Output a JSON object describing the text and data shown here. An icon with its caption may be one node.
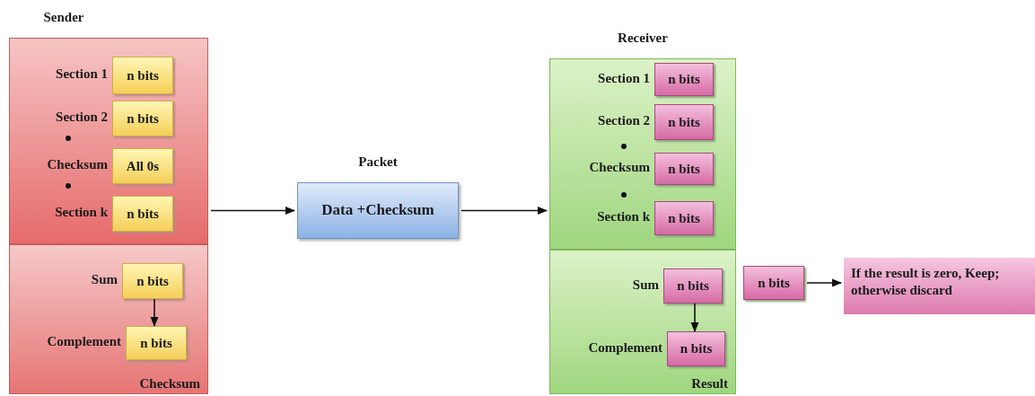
{
  "diagram": {
    "nodes": [
      {
        "text": [
          "Sender"
        ]
      },
      {
        "text": [],
        "shape": "box",
        "in": 0
      },
      {
        "text": [
          "n bits"
        ],
        "in": 1,
        "beside": [
          "Section 1"
        ]
      },
      {
        "text": [
          "n bits"
        ],
        "in": 1,
        "beside": [
          "Section 2"
        ]
      },
      {
        "text": [
          "All 0s"
        ],
        "in": 1,
        "beside": [
          "Checksum"
        ]
      },
      {
        "text": [
          "n bits"
        ],
        "in": 1,
        "beside": [
          "Section k"
        ]
      },
      {
        "text": [
          "Checksum"
        ],
        "in": 0
      },
      {
        "text": [
          "n bits"
        ],
        "in": 6,
        "beside": [
          "Sum"
        ]
      },
      {
        "text": [
          "n bits"
        ],
        "in": 6,
        "beside": [
          "Complement"
        ]
      },
      {
        "text": [
          "Packet",
          "Data +Checksum"
        ]
      },
      {
        "text": [
          "Receiver"
        ]
      },
      {
        "text": [],
        "shape": "box",
        "in": 10
      },
      {
        "text": [
          "n bits"
        ],
        "in": 11,
        "beside": [
          "Section 1"
        ]
      },
      {
        "text": [
          "n bits"
        ],
        "in": 11,
        "beside": [
          "Section 2"
        ]
      },
      {
        "text": [
          "n bits"
        ],
        "in": 11,
        "beside": [
          "Checksum"
        ]
      },
      {
        "text": [
          "n bits"
        ],
        "in": 11,
        "beside": [
          "Section k"
        ]
      },
      {
        "text": [
          "Result"
        ],
        "in": 10
      },
      {
        "text": [
          "n bits"
        ],
        "in": 16,
        "beside": [
          "Sum"
        ]
      },
      {
        "text": [
          "n bits"
        ],
        "in": 16,
        "beside": [
          "Complement"
        ]
      },
      {
        "text": [
          "n bits"
        ]
      },
      {
        "text": [
          "If the result is zero, Keep; otherwise discard"
        ]
      }
    ],
    "edges": [
      {
        "from": 0,
        "to": 9,
        "arrow": "to"
      },
      {
        "from": 9,
        "to": 10,
        "arrow": "to"
      },
      {
        "from": 7,
        "to": 8,
        "arrow": "to"
      },
      {
        "from": 17,
        "to": 18,
        "arrow": "to"
      },
      {
        "from": 19,
        "to": 20,
        "arrow": "to"
      }
    ]
  }
}
